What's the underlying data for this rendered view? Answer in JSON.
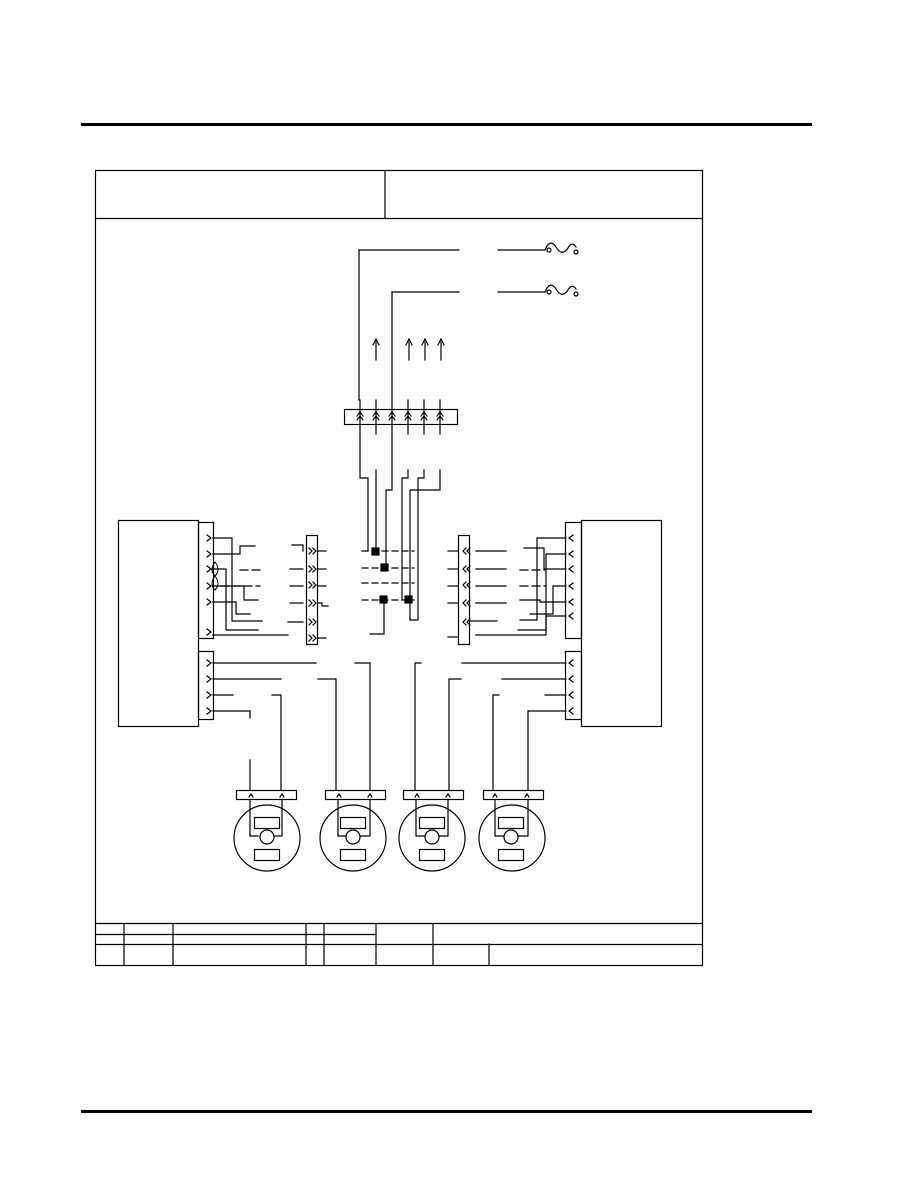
{
  "page": {
    "background": "#ffffff",
    "ink": "#000000"
  },
  "frame": {
    "header_left_text": "",
    "header_right_text": ""
  },
  "title_block": {
    "cells": []
  },
  "symbols": {
    "fan_icon": "fan-symbol",
    "motor_icon": "motor-symbol",
    "plug_icon": "plug-symbol"
  }
}
